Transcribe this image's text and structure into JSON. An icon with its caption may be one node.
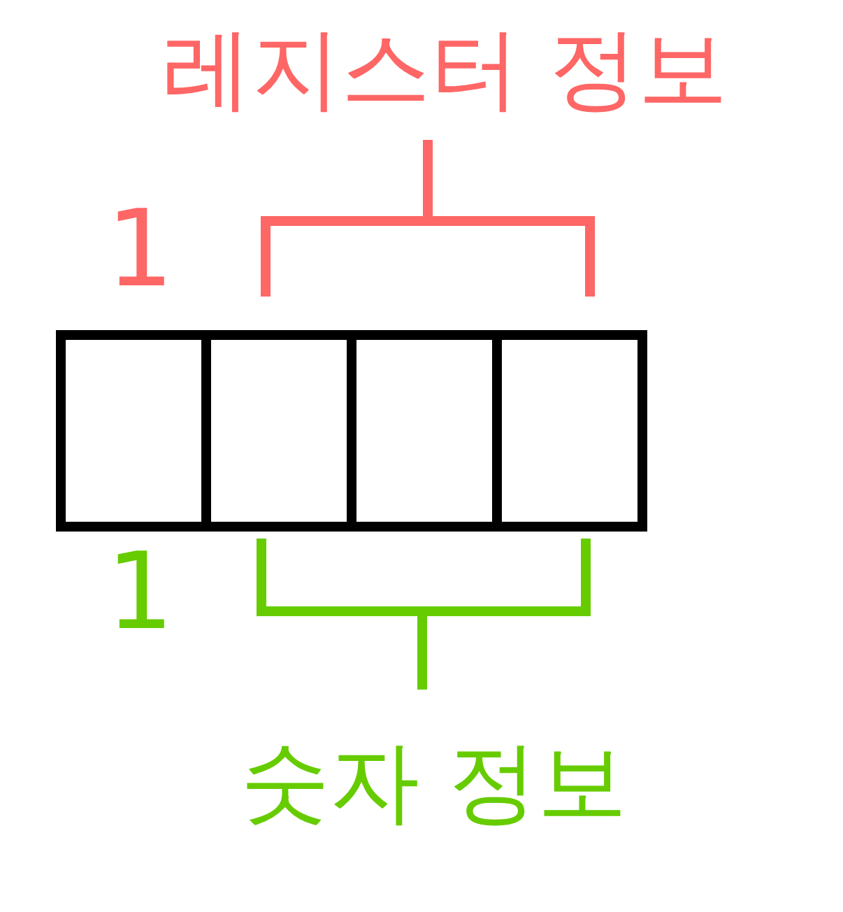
{
  "diagram": {
    "nodes": [
      {
        "text": [],
        "shape": "box"
      },
      {
        "text": [],
        "shape": "box"
      },
      {
        "text": [],
        "shape": "box"
      },
      {
        "text": [],
        "shape": "box"
      }
    ],
    "labels": [
      "레지스터 정보",
      "1",
      "1",
      "숫자 정보"
    ]
  }
}
